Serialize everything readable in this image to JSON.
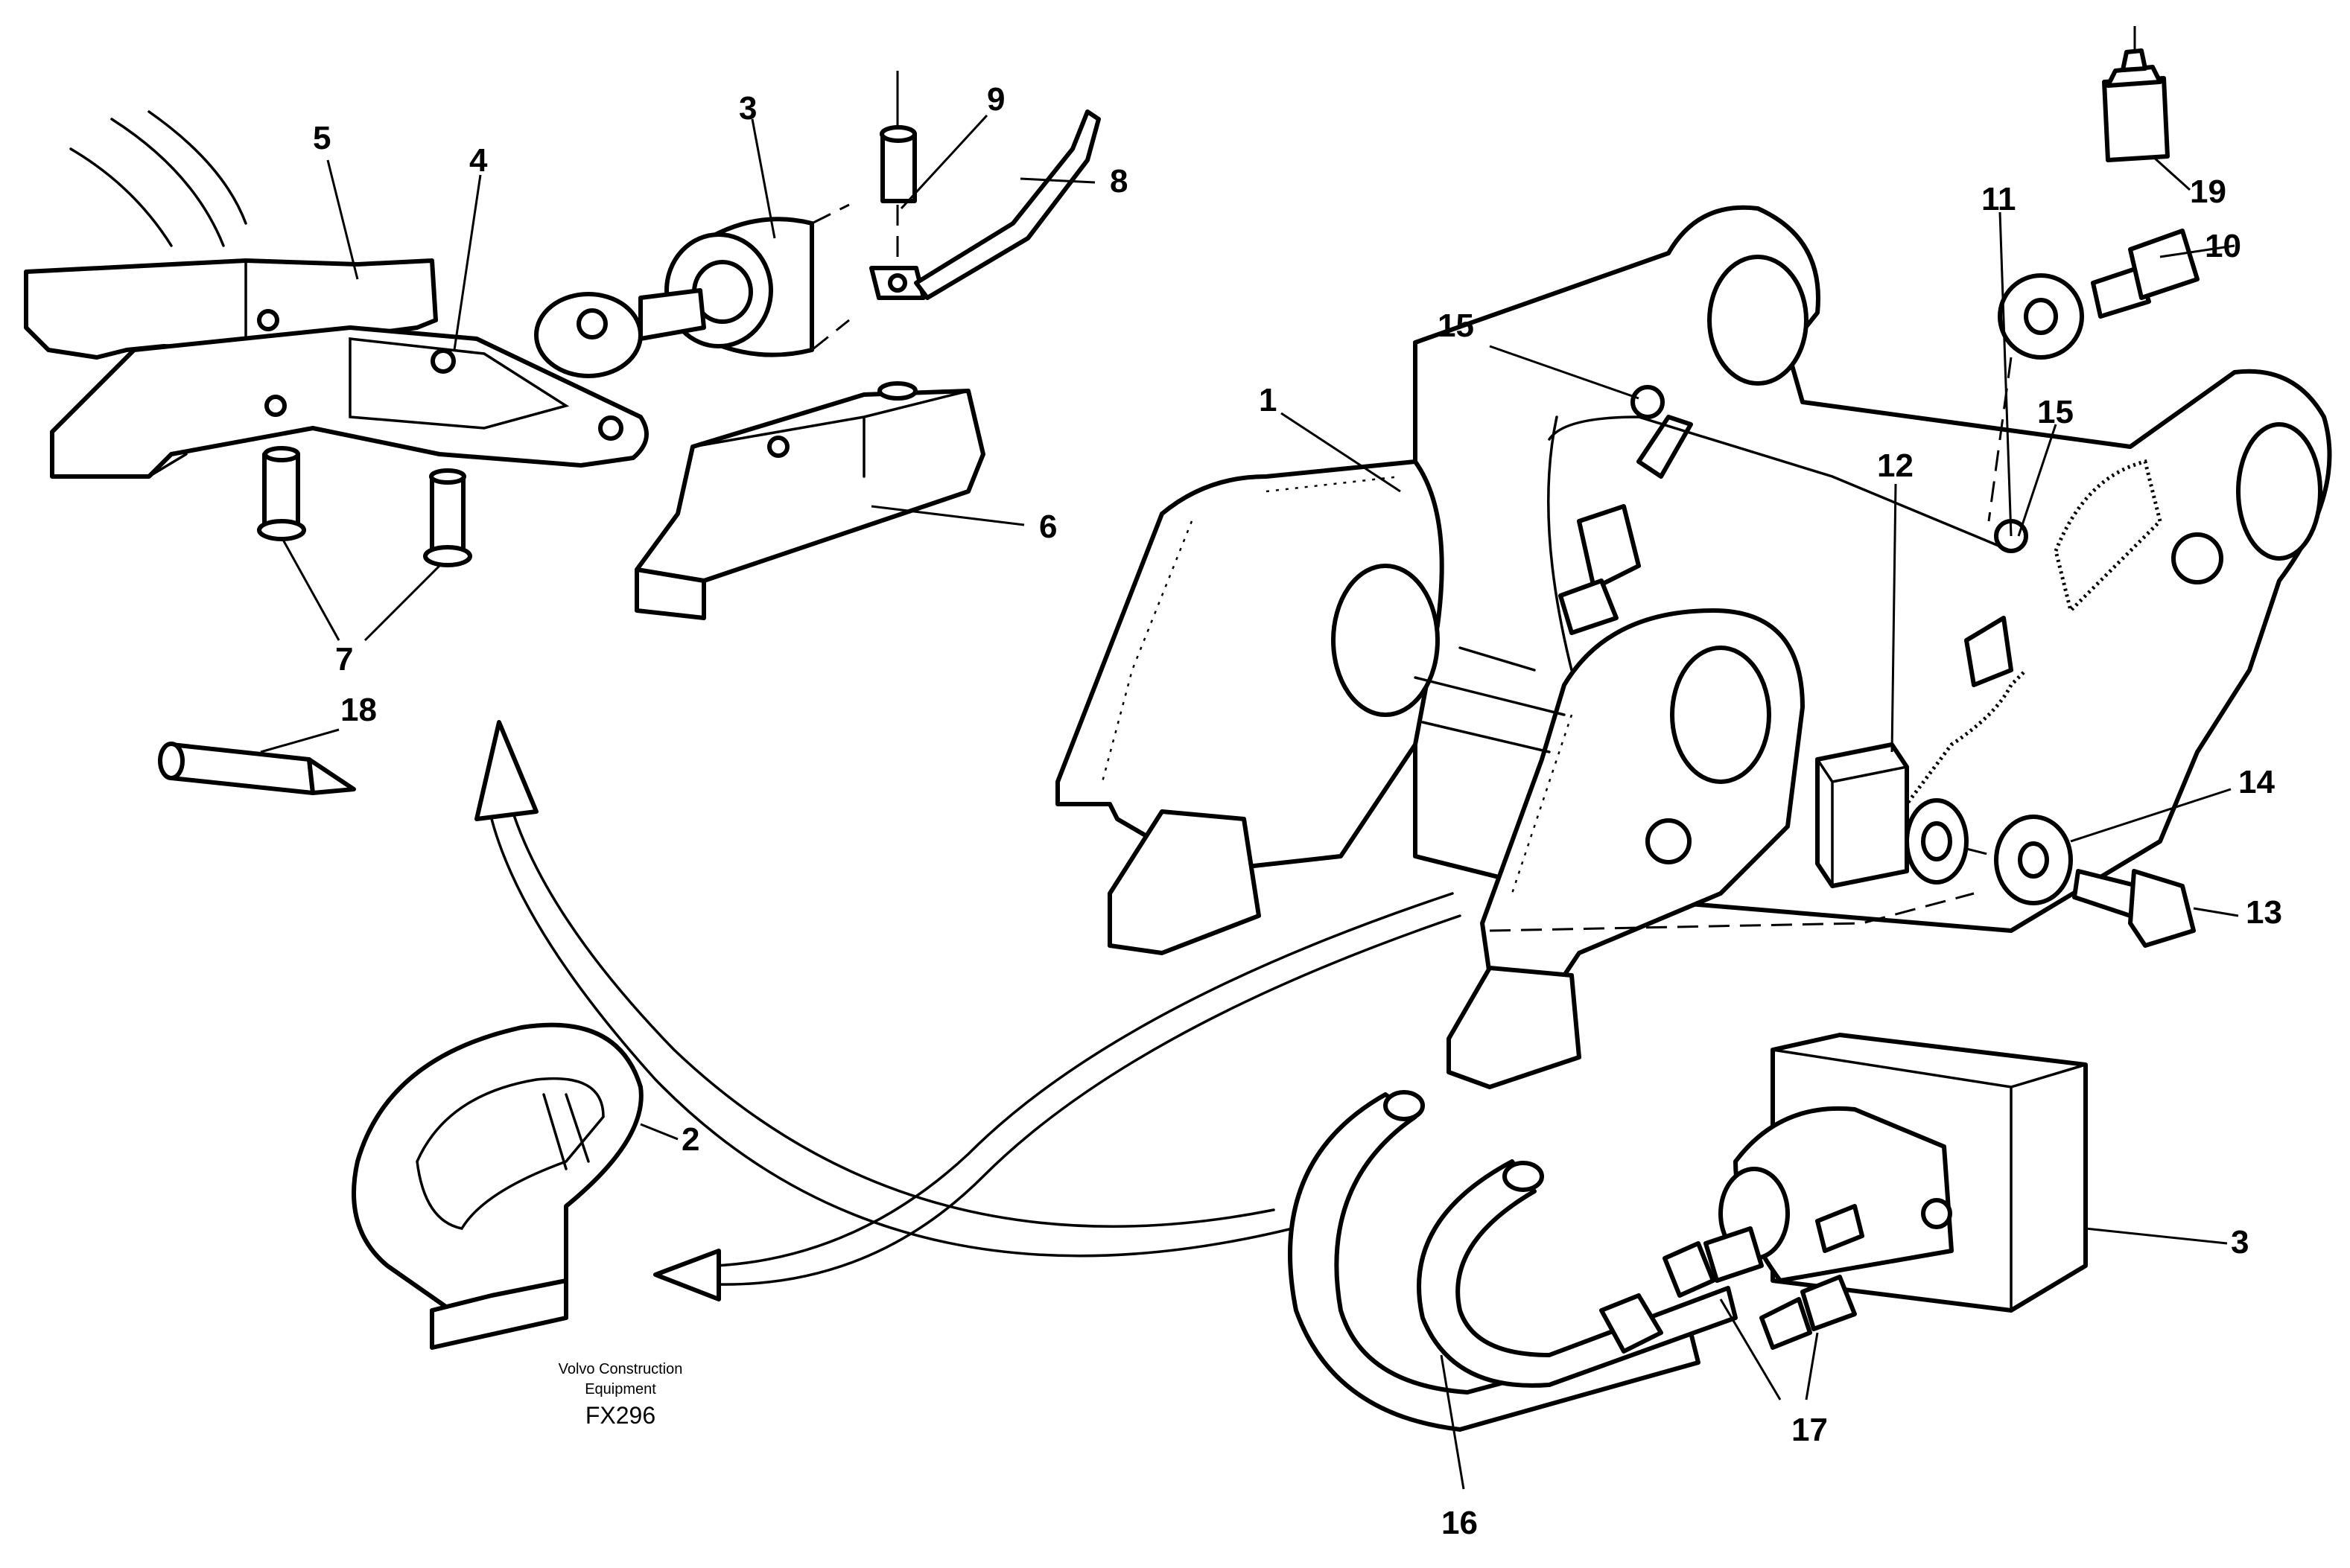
{
  "diagram": {
    "callouts": {
      "c1": "1",
      "c2": "2",
      "c3a": "3",
      "c3b": "3",
      "c4": "4",
      "c5": "5",
      "c6": "6",
      "c7": "7",
      "c8": "8",
      "c9": "9",
      "c10": "10",
      "c11": "11",
      "c12": "12",
      "c13": "13",
      "c14": "14",
      "c15a": "15",
      "c15b": "15",
      "c16": "16",
      "c17": "17",
      "c18": "18",
      "c19": "19"
    },
    "footer": {
      "line1": "Volvo Construction",
      "line2": "Equipment",
      "code": "FX296"
    }
  }
}
